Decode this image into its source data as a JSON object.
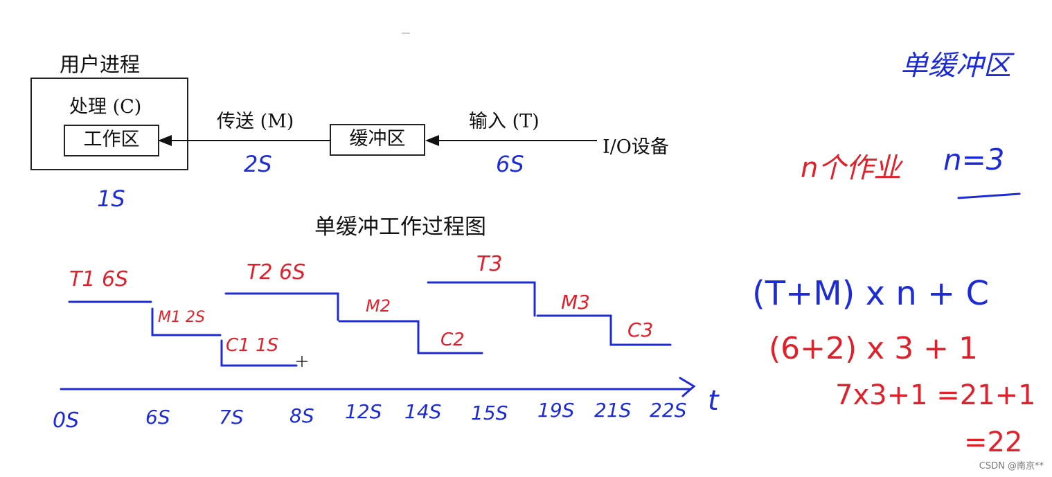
{
  "diagram": {
    "process_label": "用户进程",
    "processing_label": "处理 (C)",
    "work_area": "工作区",
    "transfer_label": "传送 (M)",
    "buffer": "缓冲区",
    "input_label": "输入 (T)",
    "io_device": "I/O设备",
    "title": "单缓冲工作过程图"
  },
  "handwritten": {
    "time_c": "1S",
    "time_m": "2S",
    "time_t": "6S",
    "heading": "单缓冲区",
    "n_jobs": "n个作业",
    "n_value": "n=3",
    "segments": {
      "t1": "T1 6S",
      "m1": "M1 2S",
      "c1": "C1 1S",
      "t2": "T2 6S",
      "m2": "M2",
      "c2": "C2",
      "t3": "T3",
      "m3": "M3",
      "c3": "C3"
    },
    "axis_label": "t",
    "ticks": [
      "0S",
      "6S",
      "7S",
      "8S",
      "12S",
      "14S",
      "15S",
      "19S",
      "21S",
      "22S"
    ],
    "formula": [
      "(T+M) x n + C",
      "(6+2) x 3 + 1",
      "7x3+1 =21+1",
      "=22"
    ]
  },
  "watermark": "CSDN @南京**",
  "colors": {
    "ink": "#1d2bd6",
    "red": "#e0202a",
    "print": "#111111"
  }
}
